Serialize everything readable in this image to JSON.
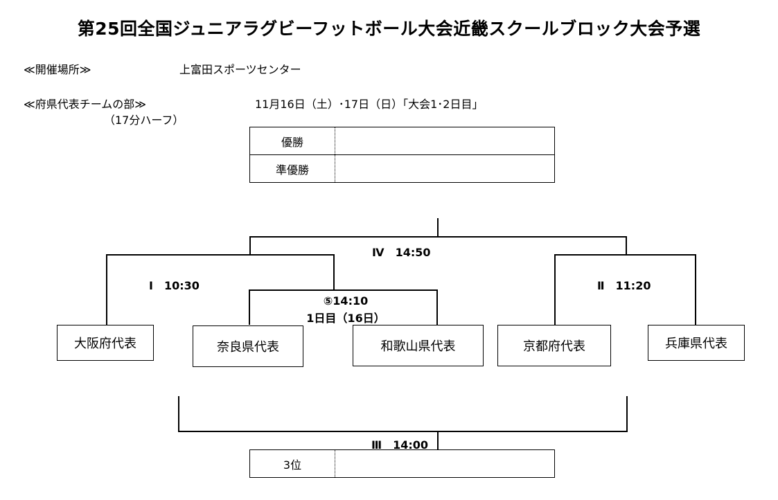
{
  "page": {
    "title": "第25回全国ジュニアラグビーフットボール大会近畿スクールブロック大会予選"
  },
  "venue": {
    "label": "≪開催場所≫",
    "value": "上富田スポーツセンター"
  },
  "division": {
    "label": "≪府県代表チームの部≫",
    "sub_label": "（17分ハーフ）",
    "dates": "11月16日（土）･17日（日）「大会1･2日目」"
  },
  "results": {
    "winner_label": "優勝",
    "runner_up_label": "準優勝",
    "third_label": "3位"
  },
  "teams": [
    "大阪府代表",
    "奈良県代表",
    "和歌山県代表",
    "京都府代表",
    "兵庫県代表"
  ],
  "matches": {
    "m1": "Ⅰ　10:30",
    "m2": "Ⅱ　11:20",
    "m3": "Ⅲ　14:00",
    "m4": "Ⅳ　14:50",
    "m5_time": "⑤14:10",
    "m5_day": "1日目（16日）"
  }
}
